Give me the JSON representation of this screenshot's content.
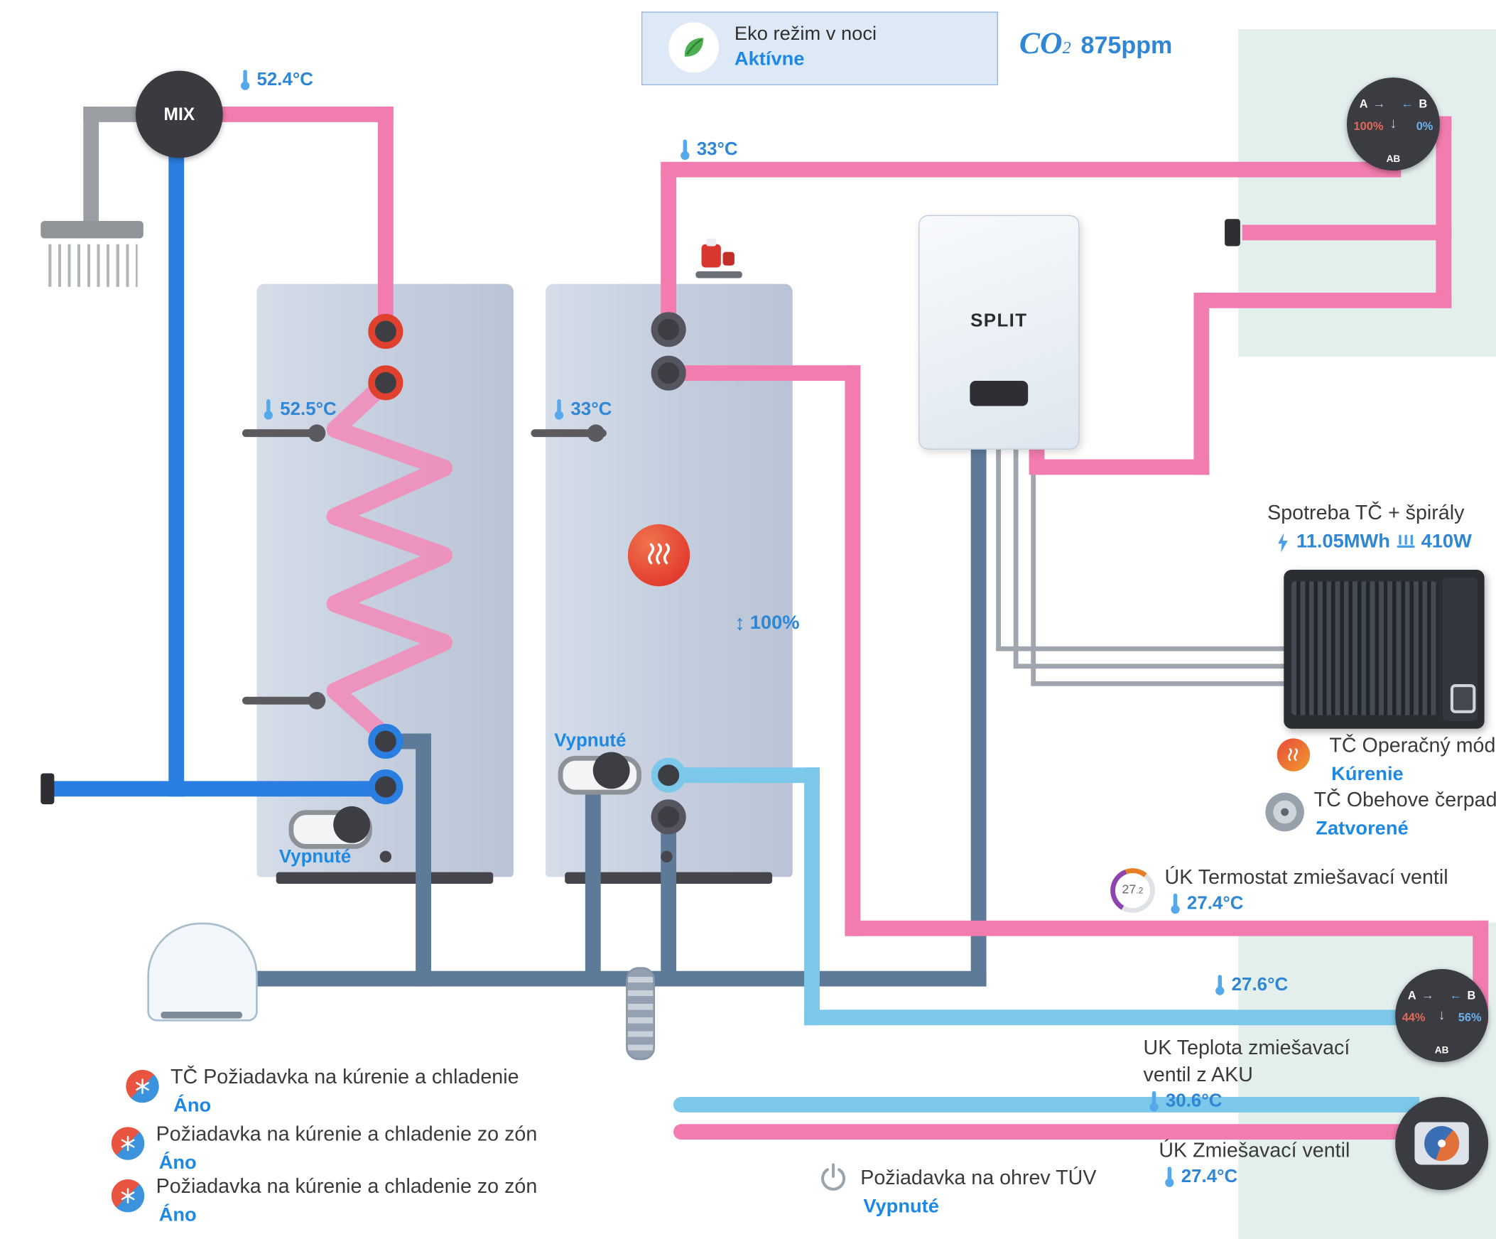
{
  "header": {
    "eco": {
      "title": "Eko režim v noci",
      "state": "Aktívne"
    },
    "co2": {
      "symbol": "CO",
      "sub": "2",
      "value": "875ppm"
    }
  },
  "mix": {
    "label": "MIX",
    "temp": "52.4°C"
  },
  "tank1": {
    "temp": "52.5°C",
    "pump_state": "Vypnuté"
  },
  "tank2": {
    "temp_pipe": "33°C",
    "temp": "33°C",
    "level": "100%",
    "pump_state": "Vypnuté"
  },
  "split": {
    "label": "SPLIT"
  },
  "valve_top": {
    "a": "A",
    "b": "B",
    "a_pct": "100%",
    "b_pct": "0%",
    "ab": "AB"
  },
  "valve_bottom": {
    "a": "A",
    "b": "B",
    "a_pct": "44%",
    "b_pct": "56%",
    "ab": "AB"
  },
  "heatpump": {
    "consumption_title": "Spotreba TČ + špirály",
    "energy": "11.05MWh",
    "power": "410W",
    "mode_label": "TČ Operačný mód",
    "mode_value": "Kúrenie",
    "pump_label": "TČ Obehove čerpadlo",
    "pump_value": "Zatvorené"
  },
  "uk": {
    "thermostat_label": "ÚK Termostat zmiešavací ventil",
    "thermostat_gauge": "27",
    "thermostat_gauge_frac": ".2",
    "thermostat_temp": "27.4°C",
    "supply_temp": "27.6°C",
    "aku_label_1": "UK Teplota zmiešavací",
    "aku_label_2": "ventil z AKU",
    "aku_temp": "30.6°C",
    "mix_valve_label": "ÚK Zmiešavací ventil",
    "mix_valve_temp": "27.4°C"
  },
  "requests": [
    {
      "label": "TČ Požiadavka na kúrenie a chladenie",
      "value": "Áno"
    },
    {
      "label": "Požiadavka na kúrenie a chladenie zo zón",
      "value": "Áno"
    },
    {
      "label": "Požiadavka na kúrenie a chladenie zo zón",
      "value": "Áno"
    }
  ],
  "tuv": {
    "label": "Požiadavka na ohrev TÚV",
    "value": "Vypnuté"
  },
  "icons": {
    "arrow_right": "→",
    "arrow_left": "←",
    "arrow_down": "↓",
    "updown": "↕"
  },
  "colors": {
    "accent_blue": "#2e86d4",
    "state_blue": "#1e88e5",
    "pipe_hot": "#f27cb0",
    "pipe_cold": "#2a7de1",
    "pipe_warm_return": "#7cc8ea",
    "pipe_system": "#5d7a99",
    "valve_body": "#3b3b42",
    "eco_bg": "#dde9f7",
    "zone_bg": "#e3efed"
  }
}
